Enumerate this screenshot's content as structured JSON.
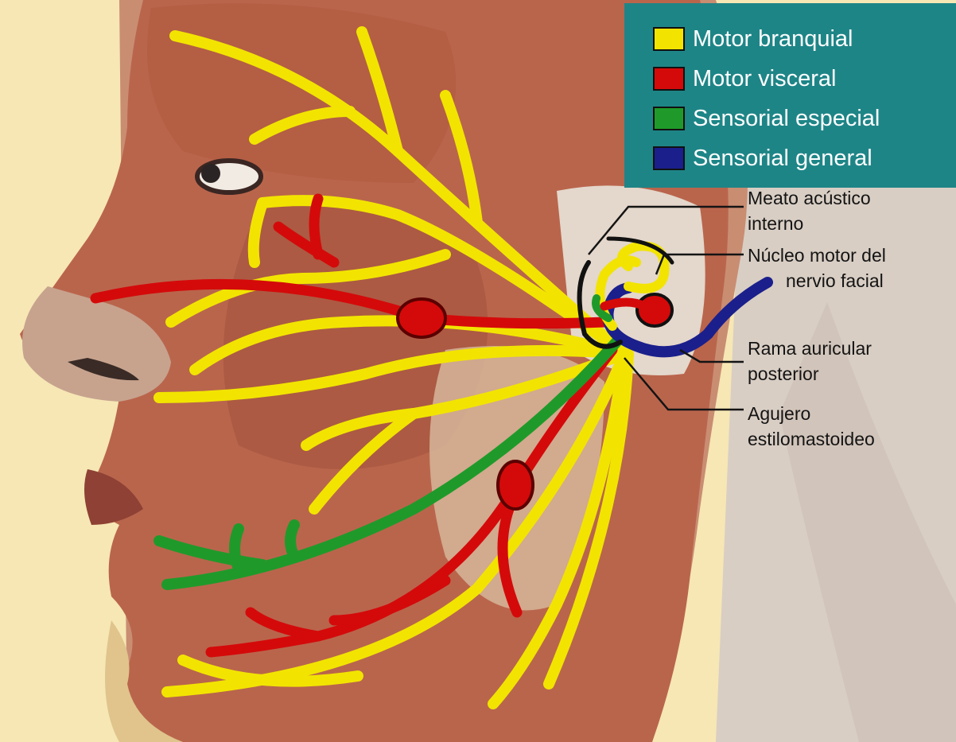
{
  "colors": {
    "motor_branquial": "#f2e400",
    "motor_visceral": "#d40a0a",
    "sensorial_especial": "#1f9a2a",
    "sensorial_general": "#1a1f8c",
    "legend_bg": "#1e8587",
    "page_bg": "#f6e7b4"
  },
  "legend": {
    "items": [
      {
        "label": "Motor branquial",
        "color": "#f2e400"
      },
      {
        "label": "Motor visceral",
        "color": "#d40a0a"
      },
      {
        "label": "Sensorial especial",
        "color": "#1f9a2a"
      },
      {
        "label": "Sensorial general",
        "color": "#1a1f8c"
      }
    ]
  },
  "callouts": {
    "meato": {
      "line1": "Meato acústico",
      "line2": "interno"
    },
    "nucleo": {
      "line1": "Núcleo motor del",
      "line2": "nervio facial"
    },
    "rama": {
      "line1": "Rama auricular",
      "line2": "posterior"
    },
    "agujero": {
      "line1": "Agujero",
      "line2": "estilomastoideo"
    }
  }
}
